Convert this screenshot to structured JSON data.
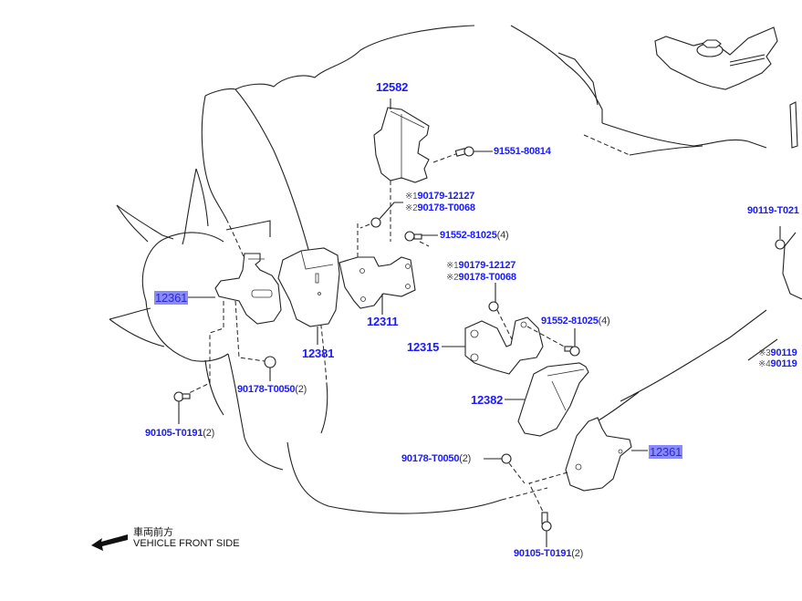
{
  "diagram": {
    "type": "exploded-parts-diagram",
    "subject": "engine mounting",
    "direction_indicator": {
      "jp": "車両前方",
      "en": "VEHICLE FRONT SIDE",
      "icon": "arrow-left-icon"
    },
    "labels": {
      "p12582": {
        "part": "12582"
      },
      "p91551": {
        "part": "91551-80814"
      },
      "p90179a": {
        "mark": "※1",
        "part": "90179-12127"
      },
      "p90178a": {
        "mark": "※2",
        "part": "90178-T0068"
      },
      "p91552a": {
        "part": "91552-81025",
        "qty": "(4)"
      },
      "p90179b": {
        "mark": "※1",
        "part": "90179-12127"
      },
      "p90178b": {
        "mark": "※2",
        "part": "90178-T0068"
      },
      "p12311": {
        "part": "12311"
      },
      "p91552b": {
        "part": "91552-81025",
        "qty": "(4)"
      },
      "p12315": {
        "part": "12315"
      },
      "p12382": {
        "part": "12382"
      },
      "p12361a": {
        "part": "12361",
        "highlighted": true
      },
      "p12381": {
        "part": "12381"
      },
      "p90178c": {
        "part": "90178-T0050",
        "qty": "(2)"
      },
      "p90105a": {
        "part": "90105-T0191",
        "qty": "(2)"
      },
      "p90178d": {
        "part": "90178-T0050",
        "qty": "(2)"
      },
      "p12361b": {
        "part": "12361",
        "highlighted": true
      },
      "p90105b": {
        "part": "90105-T0191",
        "qty": "(2)"
      },
      "p90119a": {
        "part": "90119-T021"
      },
      "p90119b": {
        "mark": "※3",
        "part": "90119"
      },
      "p90119c": {
        "mark": "※4",
        "part": "90119"
      }
    },
    "colors": {
      "label": "#1a1aff",
      "highlight_bg": "#8a8aff",
      "line": "#222222"
    }
  }
}
